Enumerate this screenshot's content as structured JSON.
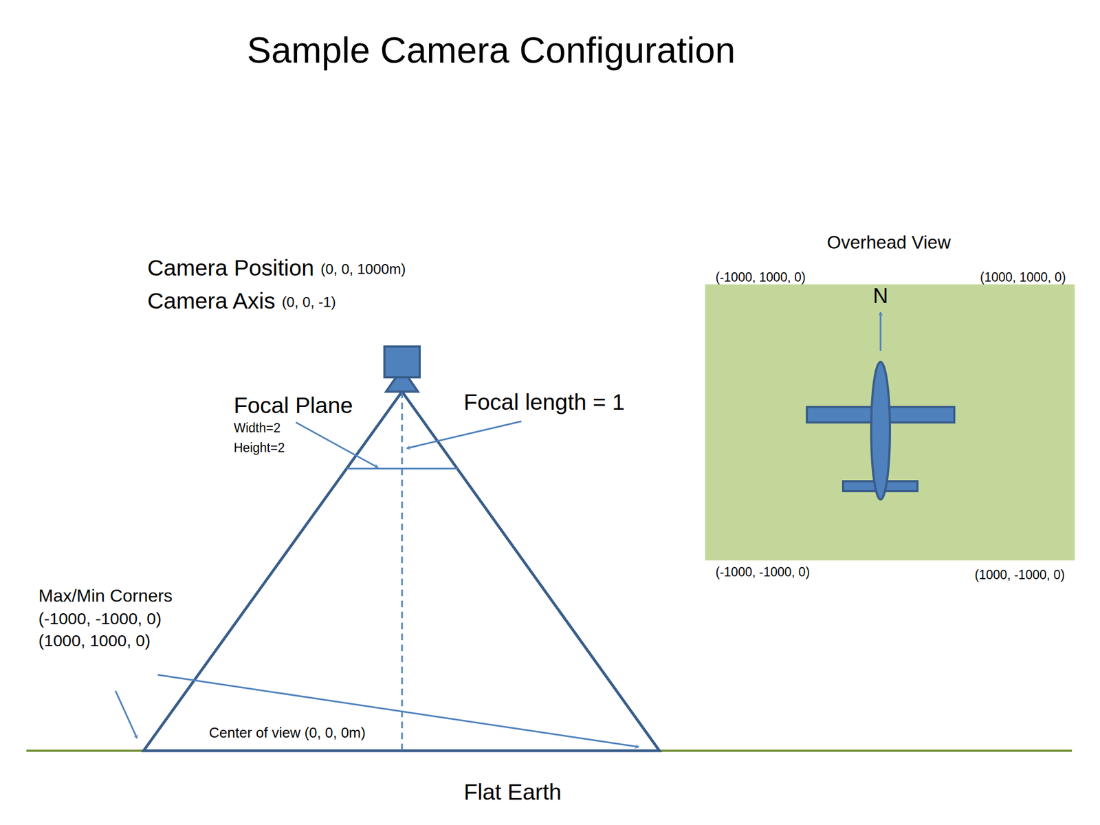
{
  "diagram": {
    "title": "Sample Camera Configuration",
    "nodes": [
      {
        "text": [
          "Overhead View",
          "N"
        ]
      }
    ],
    "labels": [
      "Camera Position",
      "(0, 0, 1000m)",
      "Camera Axis",
      "(0, 0, -1)",
      "Focal Plane",
      "Width=2",
      "Height=2",
      "Focal length = 1",
      "Max/Min Corners",
      "(-1000, -1000, 0)",
      "(1000, 1000, 0)",
      "Center of view (0, 0, 0m)",
      "Flat Earth",
      "(-1000, 1000, 0)",
      "(1000, 1000, 0)",
      "(-1000, -1000, 0)",
      "(1000, -1000, 0)"
    ]
  }
}
